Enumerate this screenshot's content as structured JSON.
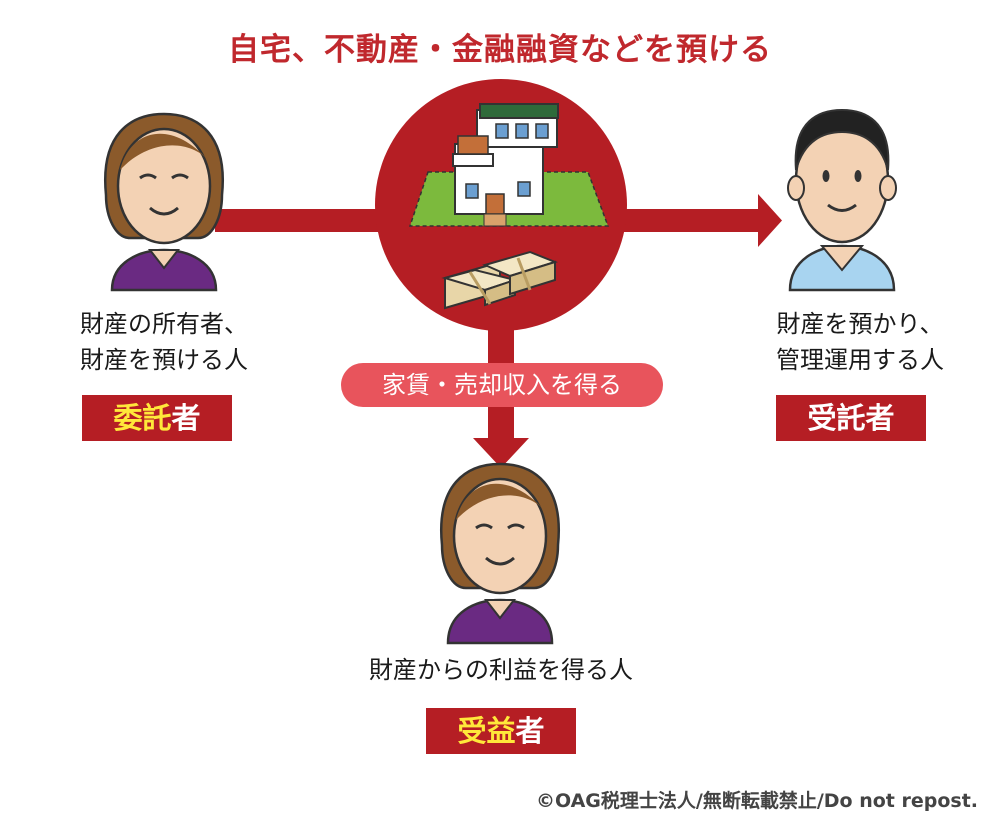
{
  "title": "自宅、不動産・金融融資などを預ける",
  "center_label": "家賃・売却収入を得る",
  "entrustor": {
    "desc_line1": "財産の所有者、",
    "desc_line2": "財産を預ける人",
    "role_hl": "委託",
    "role_rest": "者"
  },
  "trustee": {
    "desc_line1": "財産を預かり、",
    "desc_line2": "管理運用する人",
    "role_hl": "受託",
    "role_rest": "者"
  },
  "beneficiary": {
    "desc_line1": "財産からの利益を得る人",
    "role_hl": "受益",
    "role_rest": "者"
  },
  "copyright": "©OAG税理士法人/無断転載禁止/Do not repost.",
  "colors": {
    "main_red": "#b51e24",
    "pill_red": "#e8545c",
    "highlight_yellow": "#ffe83a"
  }
}
